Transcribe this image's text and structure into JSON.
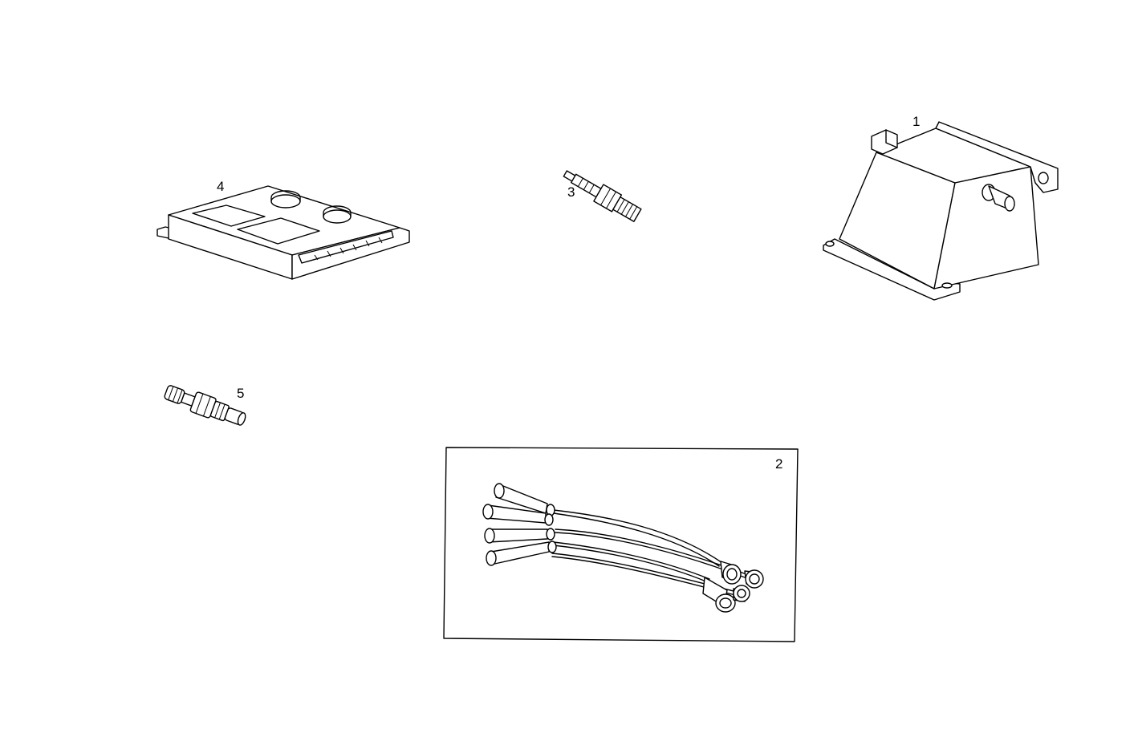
{
  "callouts": {
    "part_1": "1",
    "part_2": "2",
    "part_3": "3",
    "part_4": "4",
    "part_5": "5"
  },
  "parts": [
    {
      "ref": "1",
      "icon": "ignition-coil-icon"
    },
    {
      "ref": "2",
      "icon": "ignition-cable-set-icon"
    },
    {
      "ref": "3",
      "icon": "spark-plug-icon"
    },
    {
      "ref": "4",
      "icon": "control-unit-icon"
    },
    {
      "ref": "5",
      "icon": "sensor-icon"
    }
  ],
  "colors": {
    "line": "#000000",
    "background": "#ffffff"
  }
}
